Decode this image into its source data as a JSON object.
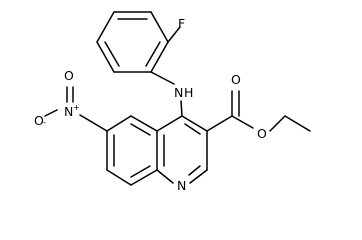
{
  "structure": {
    "kind": "skeletal-structure",
    "atom_labels": {
      "fluorine": "F",
      "amine_N": "N",
      "amine_H": "H",
      "nitro_N": "N",
      "nitro_N_charge": "+",
      "nitro_O_top": "O",
      "nitro_O_bottom": "O",
      "nitro_O_charge": "-",
      "ring_N": "N",
      "carbonyl_O": "O",
      "ester_O": "O"
    }
  },
  "colors": {
    "ink": "#000000",
    "background": "#ffffff"
  }
}
